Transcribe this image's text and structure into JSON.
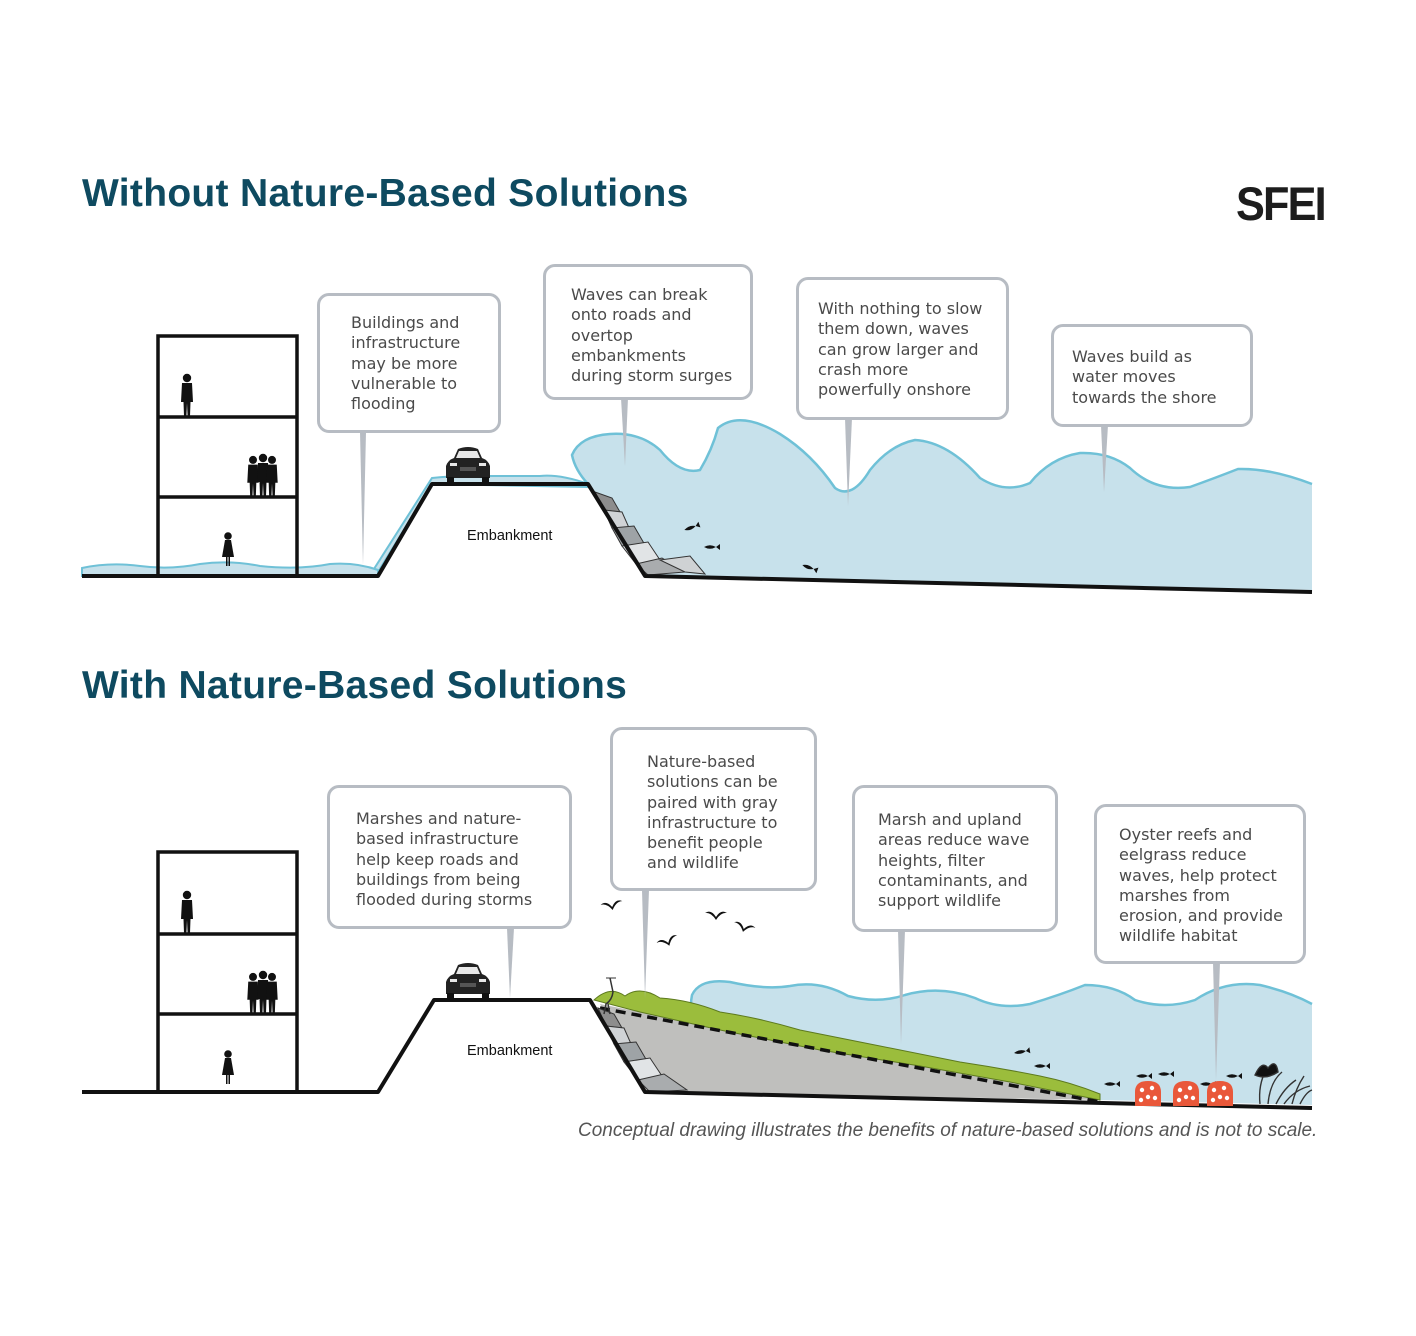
{
  "logo": "SFEI",
  "panels": [
    {
      "title": "Without Nature-Based Solutions",
      "embankment_label": "Embankment",
      "callouts": [
        "Buildings and\ninfrastructure\nmay be more\nvulnerable to\nflooding",
        "Waves can break\nonto roads and\novertop\nembankments\nduring storm surges",
        "With nothing to slow\nthem down, waves\ncan grow larger and\ncrash more\npowerfully onshore",
        "Waves build as\nwater moves\ntowards the shore"
      ]
    },
    {
      "title": "With Nature-Based Solutions",
      "embankment_label": "Embankment",
      "callouts": [
        "Marshes and nature-\nbased infrastructure\nhelp keep roads and\nbuildings from being\nflooded during storms",
        "Nature-based\nsolutions can be\npaired with gray\ninfrastructure to\nbenefit people\nand wildlife",
        "Marsh and upland\nareas reduce wave\nheights, filter\ncontaminants, and\nsupport wildlife",
        "Oyster reefs and\neelgrass reduce\nwaves, help protect\nmarshes from\nerosion, and provide\nwildlife habitat"
      ]
    }
  ],
  "caption": "Conceptual drawing illustrates the benefits of nature-based solutions and is not to scale.",
  "colors": {
    "title": "#0e4a60",
    "water_fill": "#c7e1eb",
    "water_line": "#6fc1d7",
    "callout_border": "#b7bcc3",
    "oyster": "#e9583a",
    "marsh": "#9bbd3c",
    "mudflat": "#bfbfbd"
  }
}
